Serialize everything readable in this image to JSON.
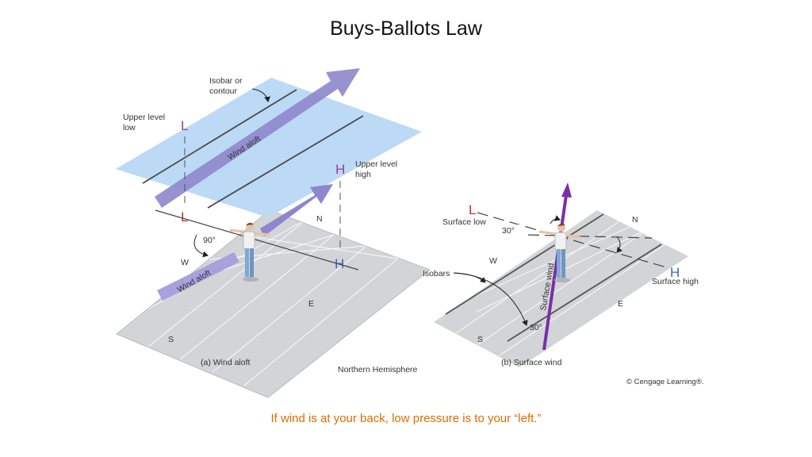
{
  "title": "Buys-Ballots Law",
  "diagram": {
    "panel_a": {
      "isobar_label_line1": "Isobar or",
      "isobar_label_line2": "contour",
      "upper_low_line1": "Upper level",
      "upper_low_line2": "low",
      "upper_high_line1": "Upper level",
      "upper_high_line2": "high",
      "low_symbol": "L",
      "high_symbol": "H",
      "wind_aloft_upper": "Wind aloft",
      "wind_aloft_lower": "Wind aloft",
      "angle": "90°",
      "north": "N",
      "west": "W",
      "east": "E",
      "south": "S",
      "caption": "(a) Wind aloft"
    },
    "hemisphere": "Northern Hemisphere",
    "panel_b": {
      "low_symbol": "L",
      "high_symbol": "H",
      "surface_low": "Surface low",
      "surface_high": "Surface high",
      "angle_top": "30°",
      "angle_bottom": "30°",
      "isobars": "Isobars",
      "surface_wind": "Surface wind",
      "north": "N",
      "west": "W",
      "east": "E",
      "south": "S",
      "caption": "(b) Surface wind"
    },
    "credit": "© Cengage Learning®."
  },
  "footer_text": "If wind is at your back, low pressure is to your “left.”",
  "colors": {
    "low": "#9b3a9b",
    "high": "#2f6db3",
    "wind_arrow": "#8e86cc",
    "surface_wind": "#7a2fa6",
    "caption": "#e06c00"
  }
}
